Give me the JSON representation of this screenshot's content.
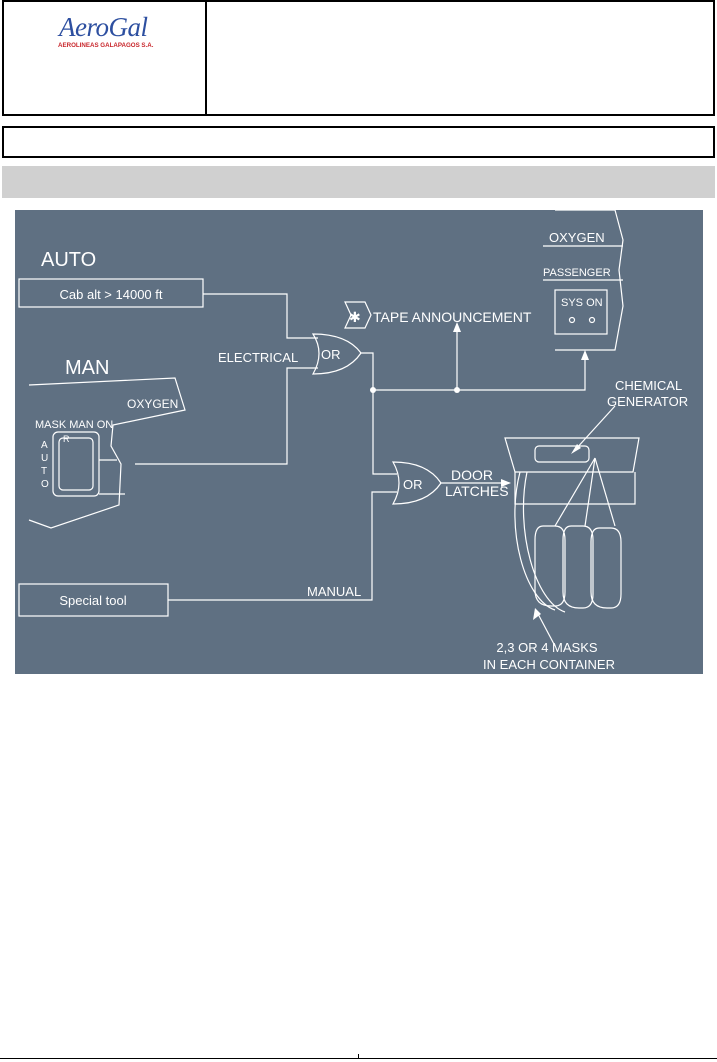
{
  "header": {
    "logo_text": "AeroGal",
    "logo_subtitle": "AEROLINEAS GALAPAGOS S.A.",
    "logo_colors": {
      "word": "#2d4fa0",
      "subtitle": "#c8262b"
    }
  },
  "diagram": {
    "background": "#5f7082",
    "line_color": "#ffffff",
    "auto_label": "AUTO",
    "cab_alt_box": "Cab alt > 14000 ft",
    "man_label": "MAN",
    "panel_man": {
      "title": "OXYGEN",
      "mask_label": "MASK MAN ON",
      "r_label": "R",
      "auto_vertical": [
        "A",
        "U",
        "T",
        "O"
      ]
    },
    "electrical_label": "ELECTRICAL",
    "or_gate_1": "OR",
    "or_gate_2": "OR",
    "tape_announcement": "TAPE ANNOUNCEMENT",
    "tape_star": "✱",
    "panel_pax": {
      "title": "OXYGEN",
      "passenger_label": "PASSENGER",
      "sys_label": "SYS ON"
    },
    "chemical_generator": [
      "CHEMICAL",
      "GENERATOR"
    ],
    "door_latches": [
      "DOOR",
      "LATCHES"
    ],
    "special_tool_box": "Special tool",
    "manual_label": "MANUAL",
    "masks_note": [
      "2,3 OR 4 MASKS",
      "IN EACH CONTAINER"
    ]
  }
}
